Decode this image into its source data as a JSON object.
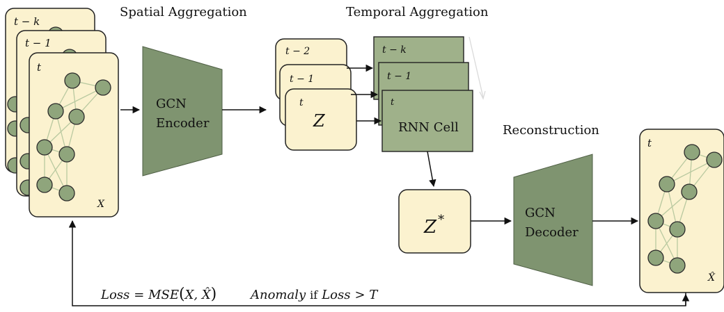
{
  "labels": {
    "spatial": "Spatial Aggregation",
    "temporal": "Temporal Aggregation",
    "reconstruction": "Reconstruction"
  },
  "input_stack": {
    "back": "t − k",
    "middle": "t − 1",
    "front": "t",
    "matrix": "X"
  },
  "encoder": {
    "line1": "GCN",
    "line2": "Encoder"
  },
  "embedding_stack": {
    "back": "t − 2",
    "middle": "t − 1",
    "front": "t",
    "symbol": "Z"
  },
  "rnn_stack": {
    "back": "t − k",
    "middle": "t − 1",
    "front": "t",
    "cell": "RNN Cell"
  },
  "aggregate": {
    "symbol": "Z",
    "superscript": "*"
  },
  "decoder": {
    "line1": "GCN",
    "line2": "Decoder"
  },
  "output": {
    "time": "t",
    "matrix": "X̂"
  },
  "loss": {
    "lhs": "Loss",
    "eq": "= MSE",
    "args": "X, X̂",
    "anomaly": "Anomaly",
    "if_word": "if",
    "cond_lhs": "Loss",
    "cond_rhs": "> T"
  },
  "colors": {
    "frame_fill": "#fbf2cf",
    "node_fill": "#8fa57c",
    "gcn_fill": "#7f9470",
    "rnn_fill": "#9fb18a"
  }
}
